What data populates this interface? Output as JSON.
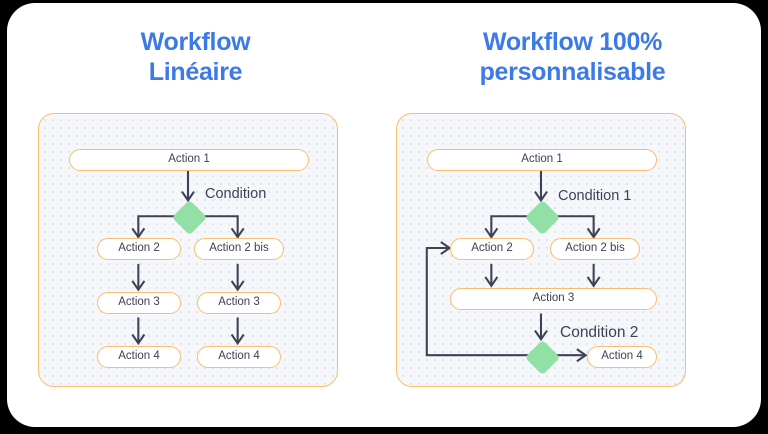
{
  "page": {
    "background_color": "#000000",
    "surface_color": "#ffffff"
  },
  "theme": {
    "title_color": "#3b7ae8",
    "node_border_color": "#f8bd70",
    "node_fill_color": "#ffffff",
    "canvas_fill_color": "#f6f7fa",
    "canvas_dot_color": "#e2e5ec",
    "condition_color": "#93e0a7",
    "connector_color": "#3d4355",
    "text_color": "#3c4354"
  },
  "panels": [
    {
      "id": "linear-workflow",
      "title": "Workflow\nLinéaire",
      "title_line_1": "Workflow",
      "title_line_2": "Linéaire",
      "nodes": {
        "action_1": "Action 1",
        "action_2_left": "Action 2",
        "action_3_left": "Action 3",
        "action_4_left": "Action 4",
        "action_2_bis": "Action 2 bis",
        "action_3_right": "Action 3",
        "action_4_right": "Action 4"
      },
      "conditions": {
        "condition_1": "Condition"
      }
    },
    {
      "id": "customizable-workflow",
      "title": "Workflow 100%\npersonnalisable",
      "title_line_1": "Workflow 100%",
      "title_line_2": "personnalisable",
      "nodes": {
        "action_1": "Action 1",
        "action_2": "Action 2",
        "action_2_bis": "Action 2 bis",
        "action_3": "Action 3",
        "action_4": "Action 4"
      },
      "conditions": {
        "condition_1": "Condition 1",
        "condition_2": "Condition 2"
      }
    }
  ]
}
